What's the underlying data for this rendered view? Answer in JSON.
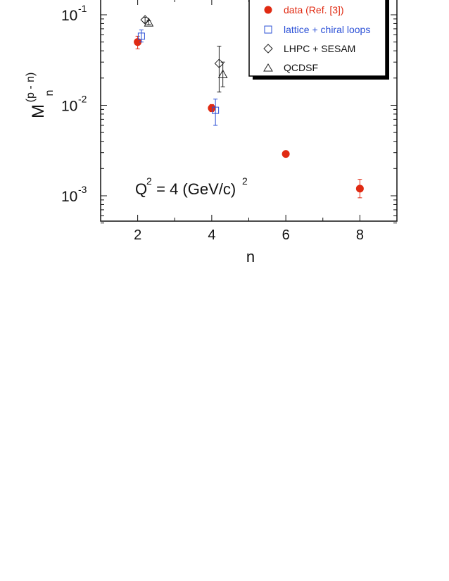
{
  "chart_data": {
    "type": "scatter",
    "xlabel": "n",
    "ylabel": {
      "main": "M",
      "sub": "n",
      "sup": "(p - n)"
    },
    "xlim": [
      1,
      9
    ],
    "ylim": [
      0.0005,
      0.13
    ],
    "yscale": "log",
    "grid": false,
    "legend_placement": "top-right",
    "x_ticks": [
      2,
      4,
      6,
      8
    ],
    "x_tick_labels": [
      "2",
      "4",
      "6",
      "8"
    ],
    "y_ticks": [
      {
        "value": 0.1,
        "base": "10",
        "exp": "-1"
      },
      {
        "value": 0.01,
        "base": "10",
        "exp": "-2"
      },
      {
        "value": 0.001,
        "base": "10",
        "exp": "-3"
      }
    ],
    "annotation": {
      "text": "Q",
      "sup1": "2",
      "mid": " = 4 (GeV/c)",
      "sup2": "2"
    },
    "series": [
      {
        "name": "data (Ref. [3])",
        "marker": "filled-circle",
        "color": "#e02a12",
        "points": [
          {
            "x": 2,
            "y": 0.05,
            "ylo": 0.042,
            "yhi": 0.058
          },
          {
            "x": 4,
            "y": 0.0093,
            "ylo": 0.0085,
            "yhi": 0.0102
          },
          {
            "x": 6,
            "y": 0.0029,
            "ylo": 0.0029,
            "yhi": 0.0029
          },
          {
            "x": 8,
            "y": 0.0012,
            "ylo": 0.00095,
            "yhi": 0.00152
          }
        ]
      },
      {
        "name": "lattice + chiral loops",
        "marker": "open-square",
        "color": "#2a4fd6",
        "points": [
          {
            "x": 2.1,
            "y": 0.058,
            "ylo": 0.05,
            "yhi": 0.068
          },
          {
            "x": 4.1,
            "y": 0.0088,
            "ylo": 0.006,
            "yhi": 0.0117
          }
        ]
      },
      {
        "name": "LHPC + SESAM",
        "marker": "open-diamond",
        "color": "#222222",
        "points": [
          {
            "x": 2.2,
            "y": 0.088,
            "ylo": 0.082,
            "yhi": 0.094
          },
          {
            "x": 4.2,
            "y": 0.029,
            "ylo": 0.014,
            "yhi": 0.045
          }
        ]
      },
      {
        "name": "QCDSF",
        "marker": "open-triangle",
        "color": "#222222",
        "points": [
          {
            "x": 2.3,
            "y": 0.082,
            "ylo": 0.078,
            "yhi": 0.086
          },
          {
            "x": 4.3,
            "y": 0.022,
            "ylo": 0.016,
            "yhi": 0.03
          }
        ]
      }
    ]
  },
  "legend": {
    "entries": [
      {
        "label": "data (Ref. [3])",
        "color": "#e02a12",
        "icon": "filled-circle-icon"
      },
      {
        "label": "lattice + chiral loops",
        "color": "#2a4fd6",
        "icon": "open-square-icon"
      },
      {
        "label": "LHPC + SESAM",
        "color": "#111111",
        "icon": "open-diamond-icon"
      },
      {
        "label": "QCDSF",
        "color": "#111111",
        "icon": "open-triangle-icon"
      }
    ]
  }
}
